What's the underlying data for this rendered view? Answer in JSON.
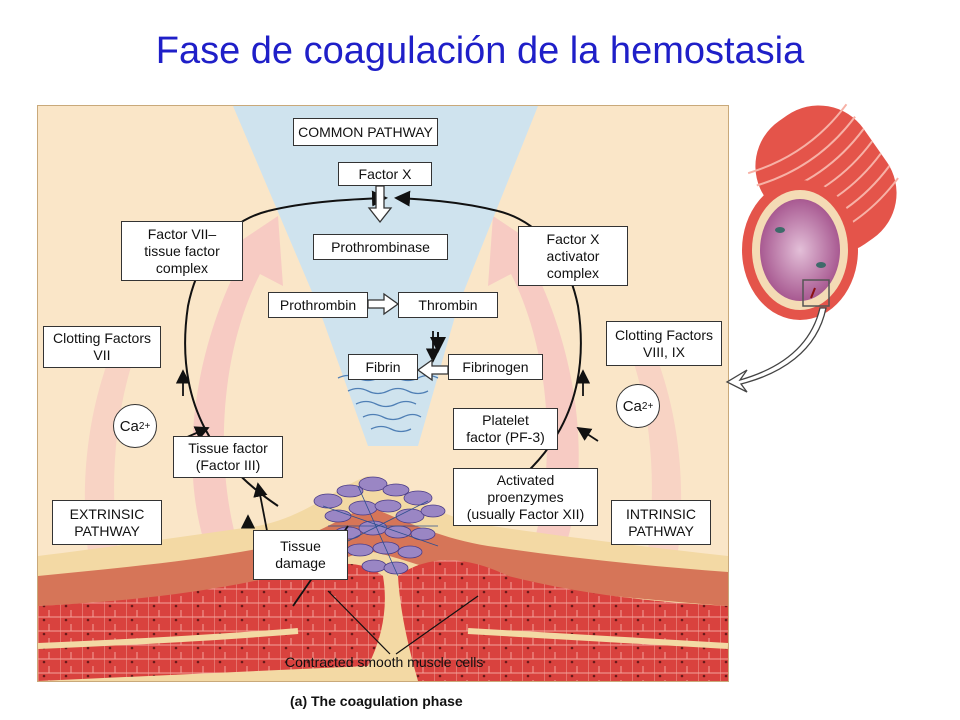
{
  "title": "Fase de coagulación de la hemostasia",
  "caption": "(a) The coagulation phase",
  "muscle_label": "Contracted smooth muscle cells",
  "boxes": {
    "common_pathway": "COMMON PATHWAY",
    "factor_x": "Factor X",
    "prothrombinase": "Prothrombinase",
    "prothrombin": "Prothrombin",
    "thrombin": "Thrombin",
    "fibrin": "Fibrin",
    "fibrinogen": "Fibrinogen",
    "factor_vii_complex": "Factor VII–\ntissue factor\ncomplex",
    "factor_x_activator": "Factor X\nactivator\ncomplex",
    "clotting_vii": "Clotting Factors\nVII",
    "clotting_viii_ix": "Clotting Factors\nVIII, IX",
    "platelet_factor": "Platelet\nfactor (PF-3)",
    "tissue_factor": "Tissue factor\n(Factor III)",
    "activated_proenzymes": "Activated\nproenzymes\n(usually Factor XII)",
    "extrinsic": "EXTRINSIC\nPATHWAY",
    "intrinsic": "INTRINSIC\nPATHWAY",
    "tissue_damage": "Tissue\ndamage"
  },
  "calcium": {
    "base": "Ca",
    "superscript": "2+"
  },
  "colors": {
    "title": "#1f1fc8",
    "panel_background": "#fae6c8",
    "common_pathway_funnel": "#cfe3ee",
    "pathway_arrows": "#f6c6c2",
    "muscle": "#d9423e",
    "platelets": "#9a86c4"
  }
}
